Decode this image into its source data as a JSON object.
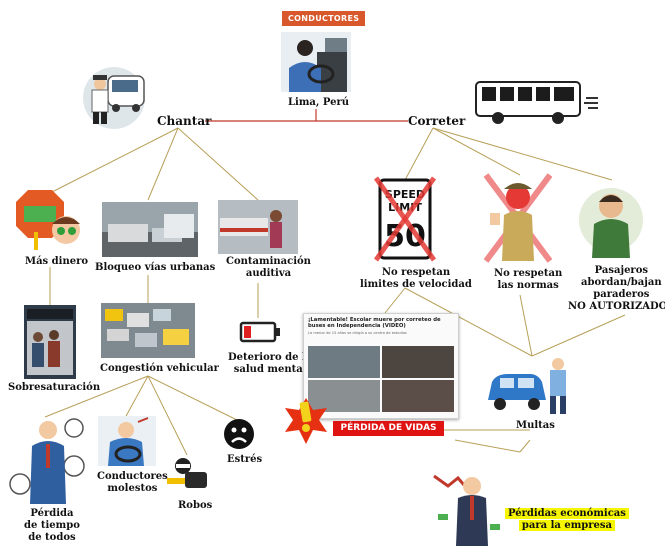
{
  "title_tag": "CONDUCTORES",
  "center_label": "Lima, Perú",
  "branches": {
    "left": "Chantar",
    "right": "Correter"
  },
  "nodes": {
    "mas_dinero": "Más dinero",
    "bloqueo": "Bloqueo vías urbanas",
    "contaminacion": [
      "Contaminación",
      "auditiva"
    ],
    "sobresaturacion": "Sobresaturación",
    "congestion": "Congestión vehicular",
    "deterioro": [
      "Deterioro de la",
      "salud mental"
    ],
    "perdida_tiempo": [
      "Pérdida",
      "de tiempo",
      "de todos"
    ],
    "conductores_molestos": [
      "Conductores",
      "molestos"
    ],
    "robos": "Robos",
    "estres": "Estrés",
    "no_respetan_velocidad": [
      "No respetan",
      "limites de velocidad"
    ],
    "no_respetan_normas": [
      "No respetan",
      "las normas"
    ],
    "pasajeros": [
      "Pasajeros",
      "abordan/bajan",
      "paraderos",
      "NO AUTORIZADOS"
    ],
    "multas": "Multas",
    "perdida_vidas": "PÉRDIDA DE VIDAS",
    "perdidas_economicas": [
      "Pérdidas económicas",
      "para la empresa"
    ]
  },
  "speed_sign": {
    "line1": "SPEED",
    "line2": "LIMIT",
    "value": "50"
  },
  "news": {
    "headline": "¡Lamentable! Escolar muere por correteo de buses en Independencia (VIDEO)",
    "sub": "La menor de 15 años se dirigía a su centro de estudios"
  },
  "colors": {
    "connector": "#b8a05a",
    "red_connector": "#c0392b",
    "tag_bg": "#d9582b",
    "alert_red": "#e01313",
    "highlight": "#f6f600"
  },
  "icons": [
    "driver-icon",
    "bus-icon",
    "traffic-officer-icon",
    "coin-icon",
    "phone-icon",
    "battery-icon",
    "sad-face-icon",
    "thief-icon",
    "police-car-icon",
    "warning-icon",
    "businessman-icon"
  ]
}
